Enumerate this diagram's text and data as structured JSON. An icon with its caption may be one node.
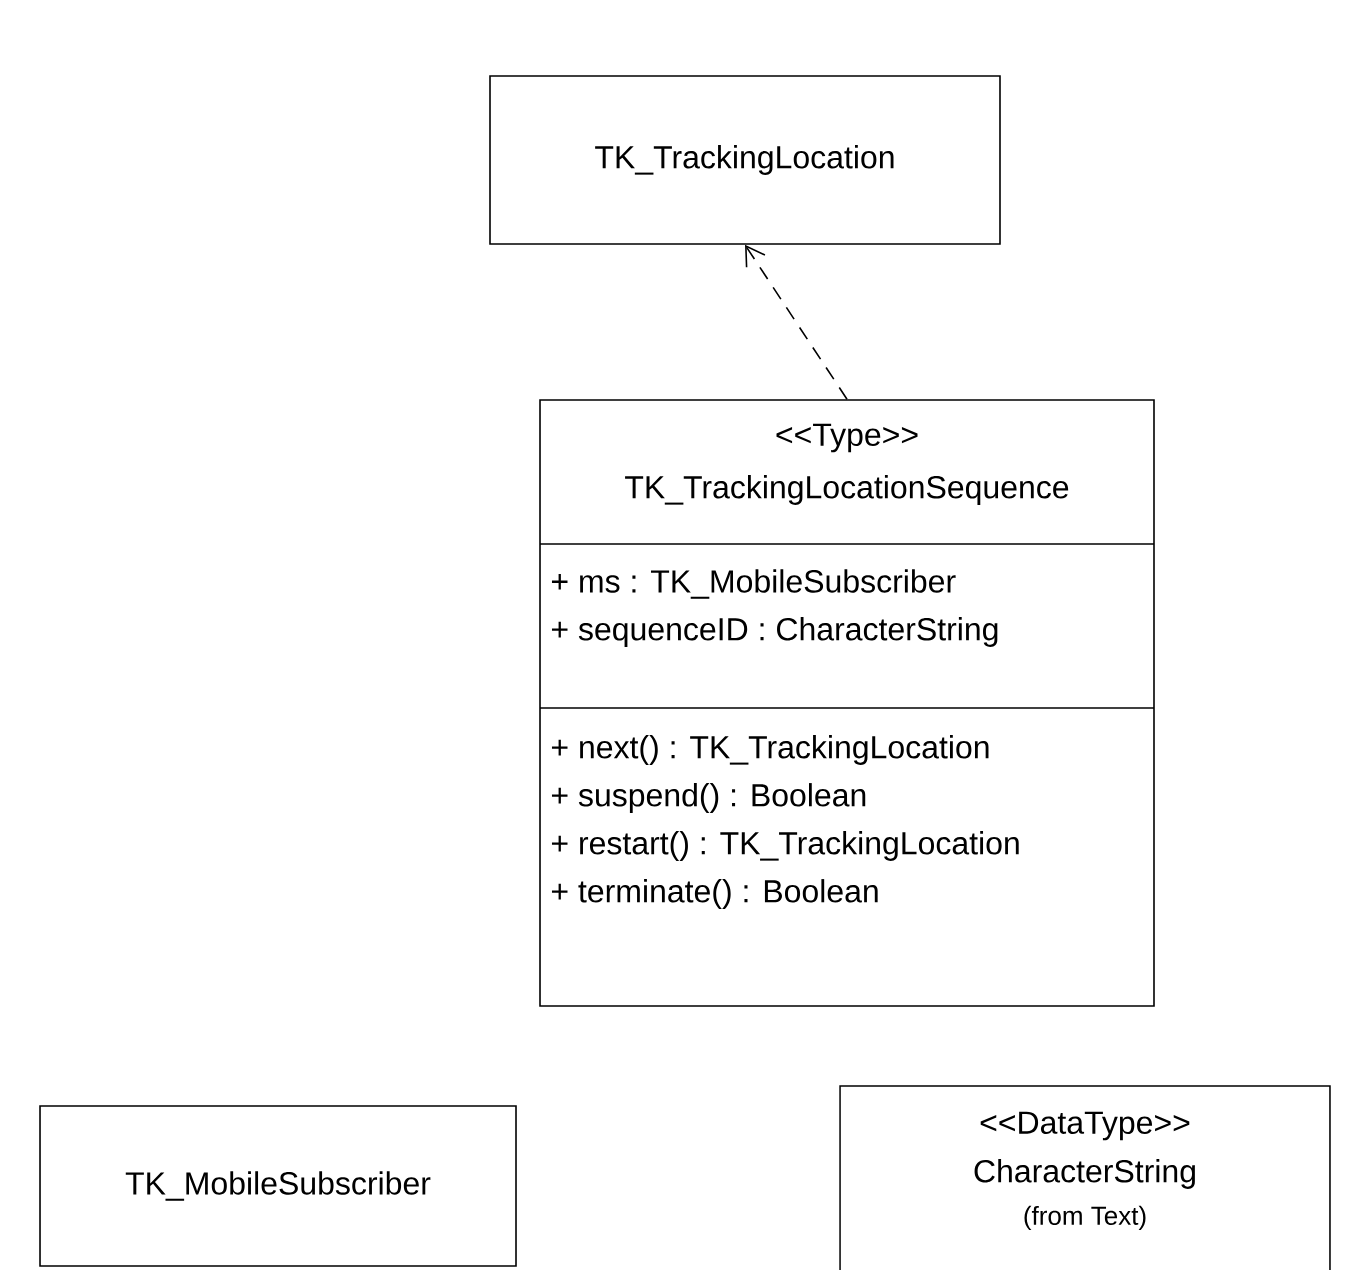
{
  "diagram": {
    "nodes": [
      {
        "text": [
          "TK_TrackingLocation"
        ]
      },
      {
        "text": [
          "<<Type>>",
          "TK_TrackingLocationSequence",
          "+ ms : TK_MobileSubscriber",
          "+ sequenceID : CharacterString",
          "+ next() : TK_TrackingLocation",
          "+ suspend() : Boolean",
          "+ restart() : TK_TrackingLocation",
          "+ terminate() : Boolean"
        ]
      },
      {
        "text": [
          "TK_MobileSubscriber"
        ]
      },
      {
        "text": [
          "<<DataType>>",
          "CharacterString",
          "(from Text)"
        ]
      }
    ],
    "edges": [
      {
        "from": 1,
        "to": 0,
        "arrow": "to",
        "style": "dashed"
      }
    ]
  }
}
